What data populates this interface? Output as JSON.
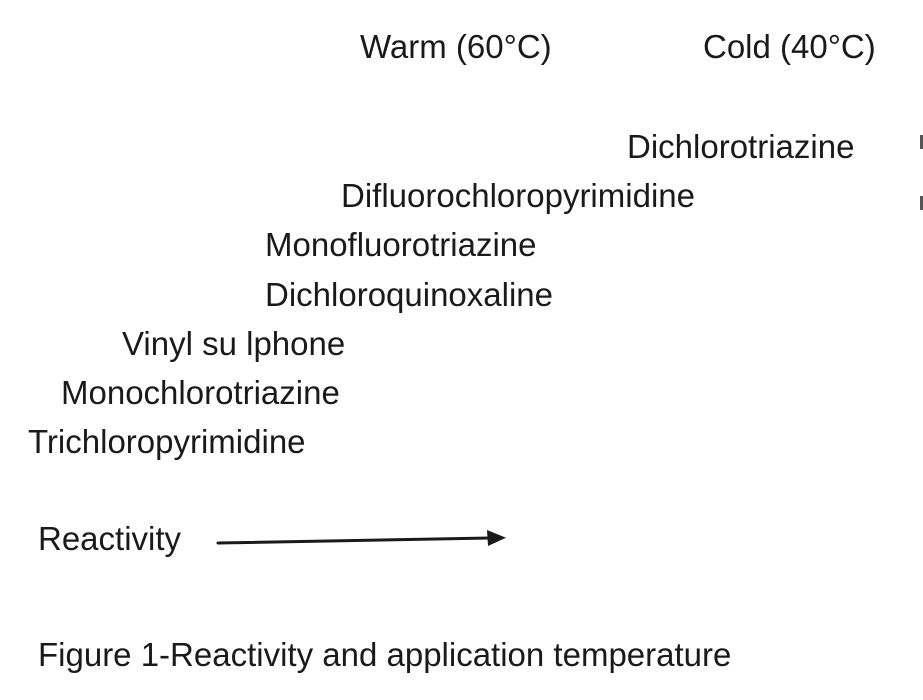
{
  "header": {
    "warm": "Warm (60°C)",
    "cold": "Cold (40°C)"
  },
  "dyes": [
    "Dichlorotriazine",
    "Difluorochloropyrimidine",
    "Monofluorotriazine",
    "Dichloroquinoxaline",
    "Vinyl su lphone",
    "Monochlorotriazine",
    "Trichloropyrimidine"
  ],
  "axis": {
    "label": "Reactivity"
  },
  "caption": "Figure 1-Reactivity and application temperature",
  "colors": {
    "text": "#1a1a1a",
    "arrow": "#1a1a1a"
  }
}
